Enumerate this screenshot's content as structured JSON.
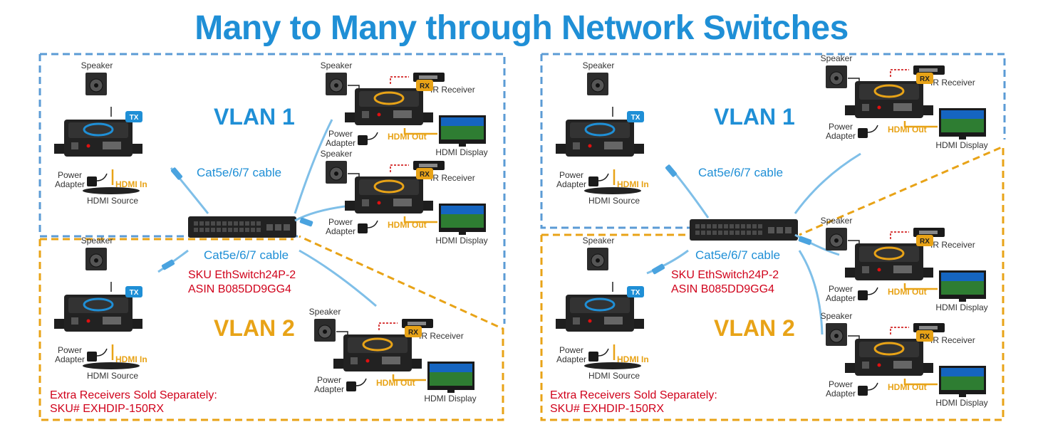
{
  "title": "Many to Many through Network Switches",
  "colors": {
    "vlan1": "#5b9bd5",
    "vlan2": "#e8a317",
    "title": "#1f8fd6",
    "sku": "#d0021b"
  },
  "panels": [
    {
      "vlan1_label": "VLAN 1",
      "vlan2_label": "VLAN 2",
      "tx_vlan1": {
        "speaker": "Speaker",
        "badge": "TX",
        "power": [
          "Power",
          "Adapter"
        ],
        "hdmi_in": "HDMI In",
        "source": "HDMI Source"
      },
      "tx_vlan2": {
        "speaker": "Speaker",
        "badge": "TX",
        "power": [
          "Power",
          "Adapter"
        ],
        "hdmi_in": "HDMI In",
        "source": "HDMI Source"
      },
      "cable_labels": [
        "Cat5e/6/7 cable",
        "Cat5e/6/7 cable"
      ],
      "switch_sku": [
        "SKU EthSwitch24P-2",
        "ASIN B085DD9GG4"
      ],
      "receivers": [
        {
          "speaker": "Speaker",
          "ir": "IR Receiver",
          "badge": "RX",
          "hdmi_out": "HDMI Out",
          "display": "HDMI Display",
          "power": [
            "Power",
            "Adapter"
          ]
        },
        {
          "speaker": "Speaker",
          "ir": "IR Receiver",
          "badge": "RX",
          "hdmi_out": "HDMI Out",
          "display": "HDMI Display",
          "power": [
            "Power",
            "Adapter"
          ]
        },
        {
          "speaker": "Speaker",
          "ir": "IR Receiver",
          "badge": "RX",
          "hdmi_out": "HDMI Out",
          "display": "HDMI Display",
          "power": [
            "Power",
            "Adapter"
          ]
        }
      ],
      "extra": [
        "Extra Receivers Sold Separately:",
        "SKU# EXHDIP-150RX"
      ]
    },
    {
      "vlan1_label": "VLAN 1",
      "vlan2_label": "VLAN 2",
      "tx_vlan1": {
        "speaker": "Speaker",
        "badge": "TX",
        "power": [
          "Power",
          "Adapter"
        ],
        "hdmi_in": "HDMI In",
        "source": "HDMI Source"
      },
      "tx_vlan2": {
        "speaker": "Speaker",
        "badge": "TX",
        "power": [
          "Power",
          "Adapter"
        ],
        "hdmi_in": "HDMI In",
        "source": "HDMI Source"
      },
      "cable_labels": [
        "Cat5e/6/7 cable",
        "Cat5e/6/7 cable"
      ],
      "switch_sku": [
        "SKU EthSwitch24P-2",
        "ASIN B085DD9GG4"
      ],
      "receivers": [
        {
          "speaker": "Speaker",
          "ir": "IR Receiver",
          "badge": "RX",
          "hdmi_out": "HDMI Out",
          "display": "HDMI Display",
          "power": [
            "Power",
            "Adapter"
          ]
        },
        {
          "speaker": "Speaker",
          "ir": "IR Receiver",
          "badge": "RX",
          "hdmi_out": "HDMI Out",
          "display": "HDMI Display",
          "power": [
            "Power",
            "Adapter"
          ]
        },
        {
          "speaker": "Speaker",
          "ir": "IR Receiver",
          "badge": "RX",
          "hdmi_out": "HDMI Out",
          "display": "HDMI Display",
          "power": [
            "Power",
            "Adapter"
          ]
        }
      ],
      "extra": [
        "Extra Receivers Sold Separately:",
        "SKU# EXHDIP-150RX"
      ]
    }
  ]
}
